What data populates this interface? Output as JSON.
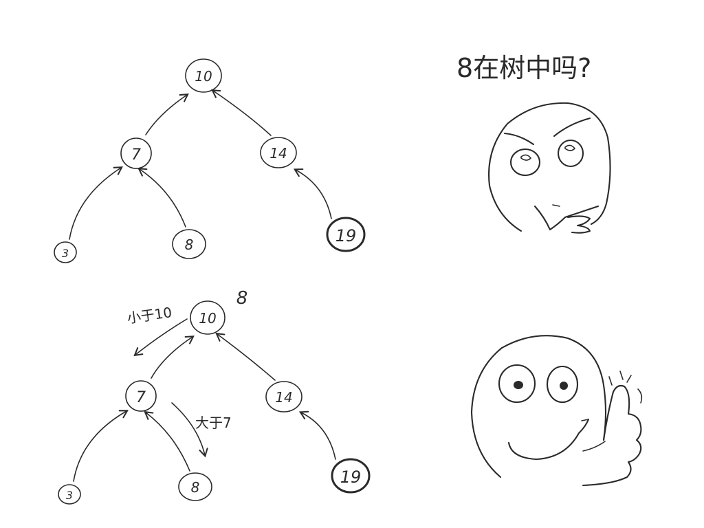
{
  "question": "8在树中吗?",
  "top_tree": {
    "nodes": [
      {
        "id": "n10",
        "label": "10"
      },
      {
        "id": "n7",
        "label": "7"
      },
      {
        "id": "n14",
        "label": "14"
      },
      {
        "id": "n3",
        "label": "3"
      },
      {
        "id": "n8",
        "label": "8"
      },
      {
        "id": "n19",
        "label": "19",
        "highlighted": true
      }
    ],
    "edges": [
      [
        "n7",
        "n10"
      ],
      [
        "n14",
        "n10"
      ],
      [
        "n3",
        "n7"
      ],
      [
        "n8",
        "n7"
      ],
      [
        "n19",
        "n14"
      ]
    ]
  },
  "bottom_tree": {
    "nodes": [
      {
        "id": "b10",
        "label": "10"
      },
      {
        "id": "b7",
        "label": "7"
      },
      {
        "id": "b14",
        "label": "14"
      },
      {
        "id": "b3",
        "label": "3"
      },
      {
        "id": "b8",
        "label": "8"
      },
      {
        "id": "b19",
        "label": "19",
        "highlighted": true
      }
    ],
    "edges": [
      [
        "b7",
        "b10"
      ],
      [
        "b14",
        "b10"
      ],
      [
        "b3",
        "b7"
      ],
      [
        "b8",
        "b7"
      ],
      [
        "b19",
        "b14"
      ]
    ],
    "search_target": "8",
    "annotation_less_than": "小于10",
    "annotation_greater_than": "大于7"
  },
  "faces": {
    "top": "thinking-face",
    "bottom": "smiling-thumbs-up-face"
  },
  "colors": {
    "ink": "#2a2a2a",
    "background": "#ffffff"
  }
}
